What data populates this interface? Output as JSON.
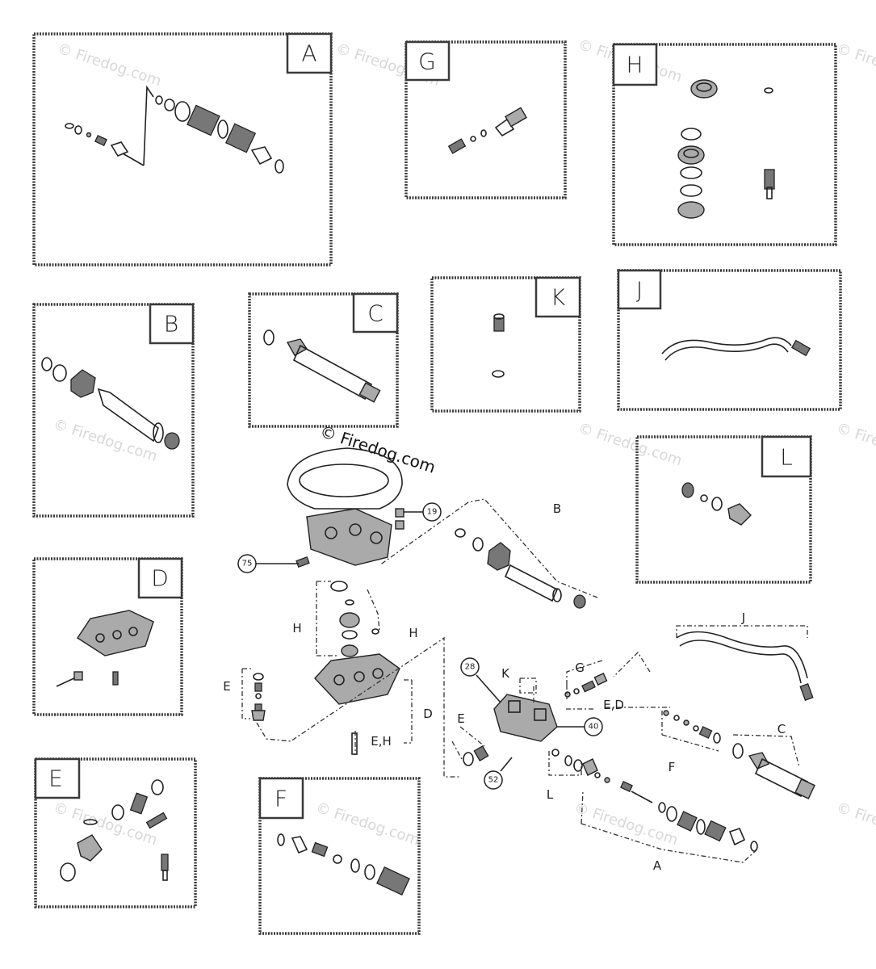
{
  "watermark": "© Firedog.com",
  "main_watermark": "© Firedog.com",
  "kits": {
    "A": "A",
    "B": "B",
    "C": "C",
    "D": "D",
    "E": "E",
    "F": "F",
    "G": "G",
    "H": "H",
    "J": "J",
    "K": "K",
    "L": "L"
  },
  "callouts": {
    "p19": "19",
    "p75": "75",
    "p28": "28",
    "p40": "40",
    "p52": "52"
  },
  "labels": {
    "B": "B",
    "H1": "H",
    "H2": "H",
    "E1": "E",
    "D": "D",
    "EH": "E,H",
    "J": "J",
    "K": "K",
    "G": "G",
    "ED": "E,D",
    "E2": "E",
    "C": "C",
    "F": "F",
    "L": "L",
    "A": "A"
  }
}
